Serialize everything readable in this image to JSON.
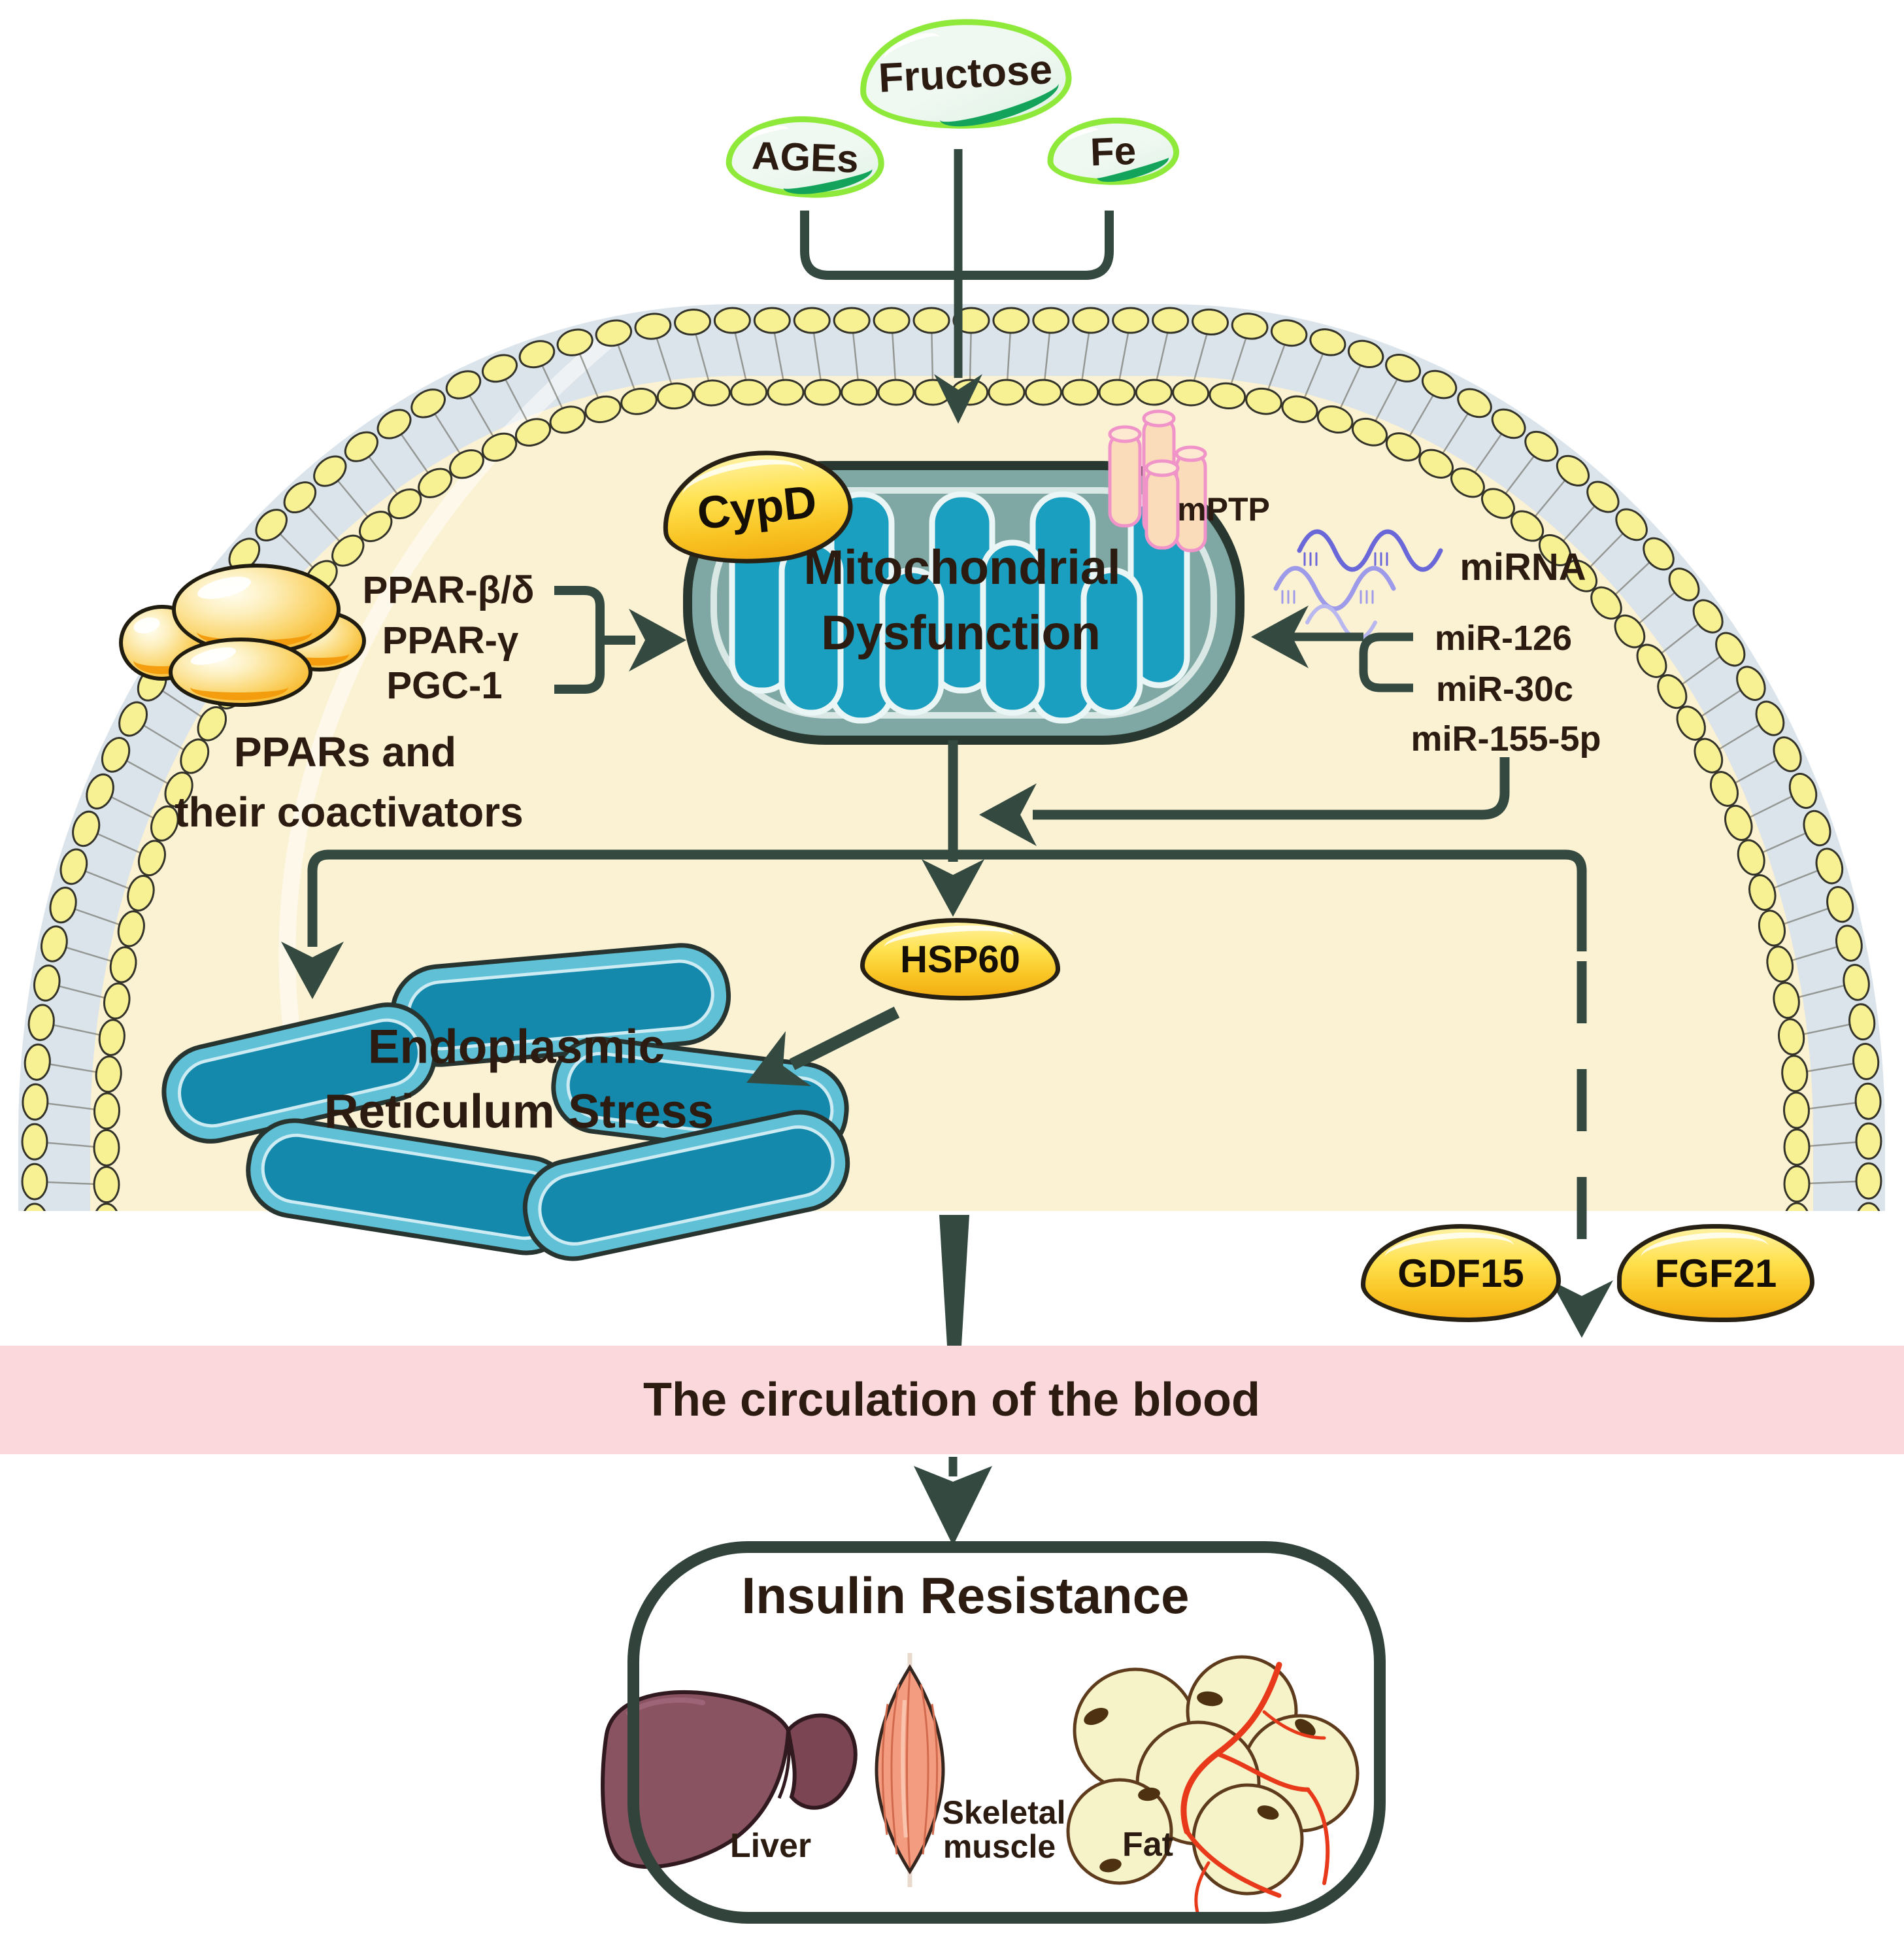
{
  "inputs": {
    "items": [
      {
        "label": "Fructose"
      },
      {
        "label": "AGEs"
      },
      {
        "label": "Fe"
      }
    ]
  },
  "cell": {
    "mitochondria": {
      "label_line1": "Mitochondrial",
      "label_line2": "Dysfunction",
      "cypd_label": "CypD",
      "mptp_label": "mPTP"
    },
    "mirna": {
      "label": "miRNA",
      "items": [
        "miR-126",
        "miR-30c",
        "miR-155-5p"
      ]
    },
    "ppar": {
      "items": [
        "PPAR-β/δ",
        "PPAR-γ",
        "PGC-1"
      ],
      "caption_line1": "PPARs and",
      "caption_line2": "their coactivators"
    },
    "er": {
      "label_line1": "Endoplasmic",
      "label_line2": "Reticulum Stress"
    },
    "hsp60_label": "HSP60"
  },
  "secreted": {
    "gdf15_label": "GDF15",
    "fgf21_label": "FGF21"
  },
  "blood_band": {
    "label": "The circulation of the blood"
  },
  "insulin_box": {
    "title": "Insulin Resistance",
    "organs": [
      {
        "label": "Liver"
      },
      {
        "label_line1": "Skeletal",
        "label_line2": "muscle"
      },
      {
        "label": "Fat"
      }
    ]
  },
  "colors": {
    "arrow_dark": "#344A40",
    "text_dark": "#2B1B10",
    "cell_fill": "#FBF1D3",
    "membrane_band": "#DCE4EB",
    "lipid_head": "#F7F193",
    "lipid_outline": "#33332A",
    "oval_green_border": "#8FE93B",
    "oval_green_swoosh": "#13A35B",
    "mito_body": "#7FA7A3",
    "mito_outline": "#28372F",
    "cristae_fill": "#1B9FC0",
    "cristae_outline": "#EAF5F6",
    "mptp_fill": "#FBDCBA",
    "mptp_outline": "#EF93C8",
    "wave_purple": "#6A67D8",
    "wave_purple_light": "#9D9AEA",
    "er_light": "#5FC0D6",
    "er_dark": "#1489AC",
    "pink_band": "#FBD8DB",
    "box_border": "#32433C",
    "liver_fill": "#8A5362",
    "muscle_fill": "#F49C80",
    "fat_fill": "#F6F3C8",
    "fat_outline": "#5F3B1E",
    "vessel_red": "#E8391B"
  }
}
